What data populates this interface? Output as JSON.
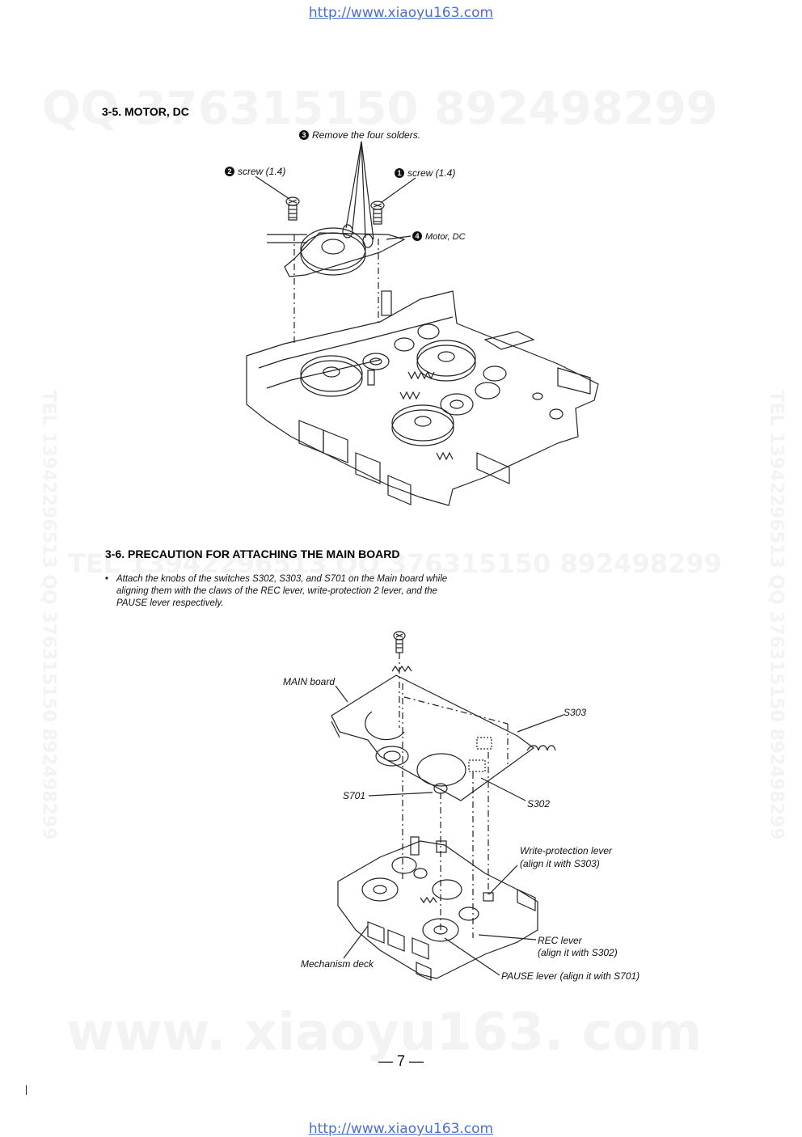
{
  "header_url": "http://www.xiaoyu163.com",
  "footer_url": "http://www.xiaoyu163.com",
  "watermarks": {
    "top": "QQ 376315150   892498299",
    "middle": "TEL 13942296513   QQ 376315150   892498299",
    "bottom": "www. xiaoyu163. com",
    "side_left": "TEL 13942296513  QQ 376315150  892498299",
    "side_right": "TEL 13942296513  QQ 376315150  892498299"
  },
  "section_3_5": {
    "title": "3-5. MOTOR, DC",
    "callouts": {
      "solders": {
        "num": "3",
        "text": "Remove the four solders."
      },
      "screw2": {
        "num": "2",
        "text": "screw (1.4)"
      },
      "screw1": {
        "num": "1",
        "text": "screw (1.4)"
      },
      "motor": {
        "num": "4",
        "text": "Motor, DC"
      }
    }
  },
  "section_3_6": {
    "title": "3-6. PRECAUTION FOR ATTACHING THE MAIN BOARD",
    "bullet": "Attach the knobs of the switches S302, S303, and S701 on the Main board while aligning them with the claws of the REC lever, write-protection 2 lever, and the PAUSE lever respectively.",
    "labels": {
      "main_board": "MAIN board",
      "s303": "S303",
      "s701": "S701",
      "s302": "S302",
      "wp_lever_1": "Write-protection lever",
      "wp_lever_2": "(align it with S303)",
      "rec_lever_1": "REC lever",
      "rec_lever_2": "(align it with S302)",
      "mech_deck": "Mechanism deck",
      "pause_lever": "PAUSE lever (align it with S701)"
    }
  },
  "page_number": "— 7 —"
}
